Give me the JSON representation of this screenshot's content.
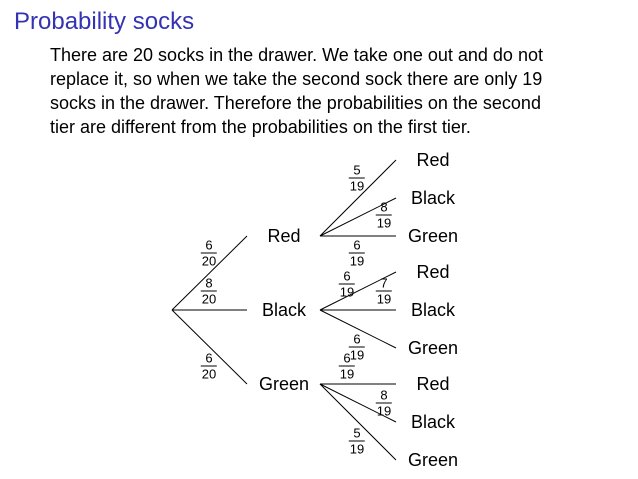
{
  "title": "Probability socks",
  "intro_lines": [
    "There are 20 socks in the drawer. We take one out and do not",
    "replace it, so when we take the second sock there are only 19",
    "socks in the drawer. Therefore the probabilities on the second",
    "tier are different from the probabilities on the first tier."
  ],
  "tree": {
    "first_tier": [
      {
        "label": "Red",
        "prob": {
          "num": "6",
          "den": "20"
        }
      },
      {
        "label": "Black",
        "prob": {
          "num": "8",
          "den": "20"
        }
      },
      {
        "label": "Green",
        "prob": {
          "num": "6",
          "den": "20"
        }
      }
    ],
    "second_tier": [
      {
        "label": "Red",
        "prob": {
          "num": "5",
          "den": "19"
        }
      },
      {
        "label": "Black",
        "prob": {
          "num": "8",
          "den": "19"
        }
      },
      {
        "label": "Green",
        "prob": {
          "num": "6",
          "den": "19"
        }
      },
      {
        "label": "Red",
        "prob": {
          "num": "6",
          "den": "19"
        }
      },
      {
        "label": "Black",
        "prob": {
          "num": "7",
          "den": "19"
        }
      },
      {
        "label": "Green",
        "prob": {
          "num": "6",
          "den": "19"
        }
      },
      {
        "label": "Red",
        "prob": {
          "num": "6",
          "den": "19"
        }
      },
      {
        "label": "Black",
        "prob": {
          "num": "8",
          "den": "19"
        }
      },
      {
        "label": "Green",
        "prob": {
          "num": "5",
          "den": "19"
        }
      }
    ]
  }
}
